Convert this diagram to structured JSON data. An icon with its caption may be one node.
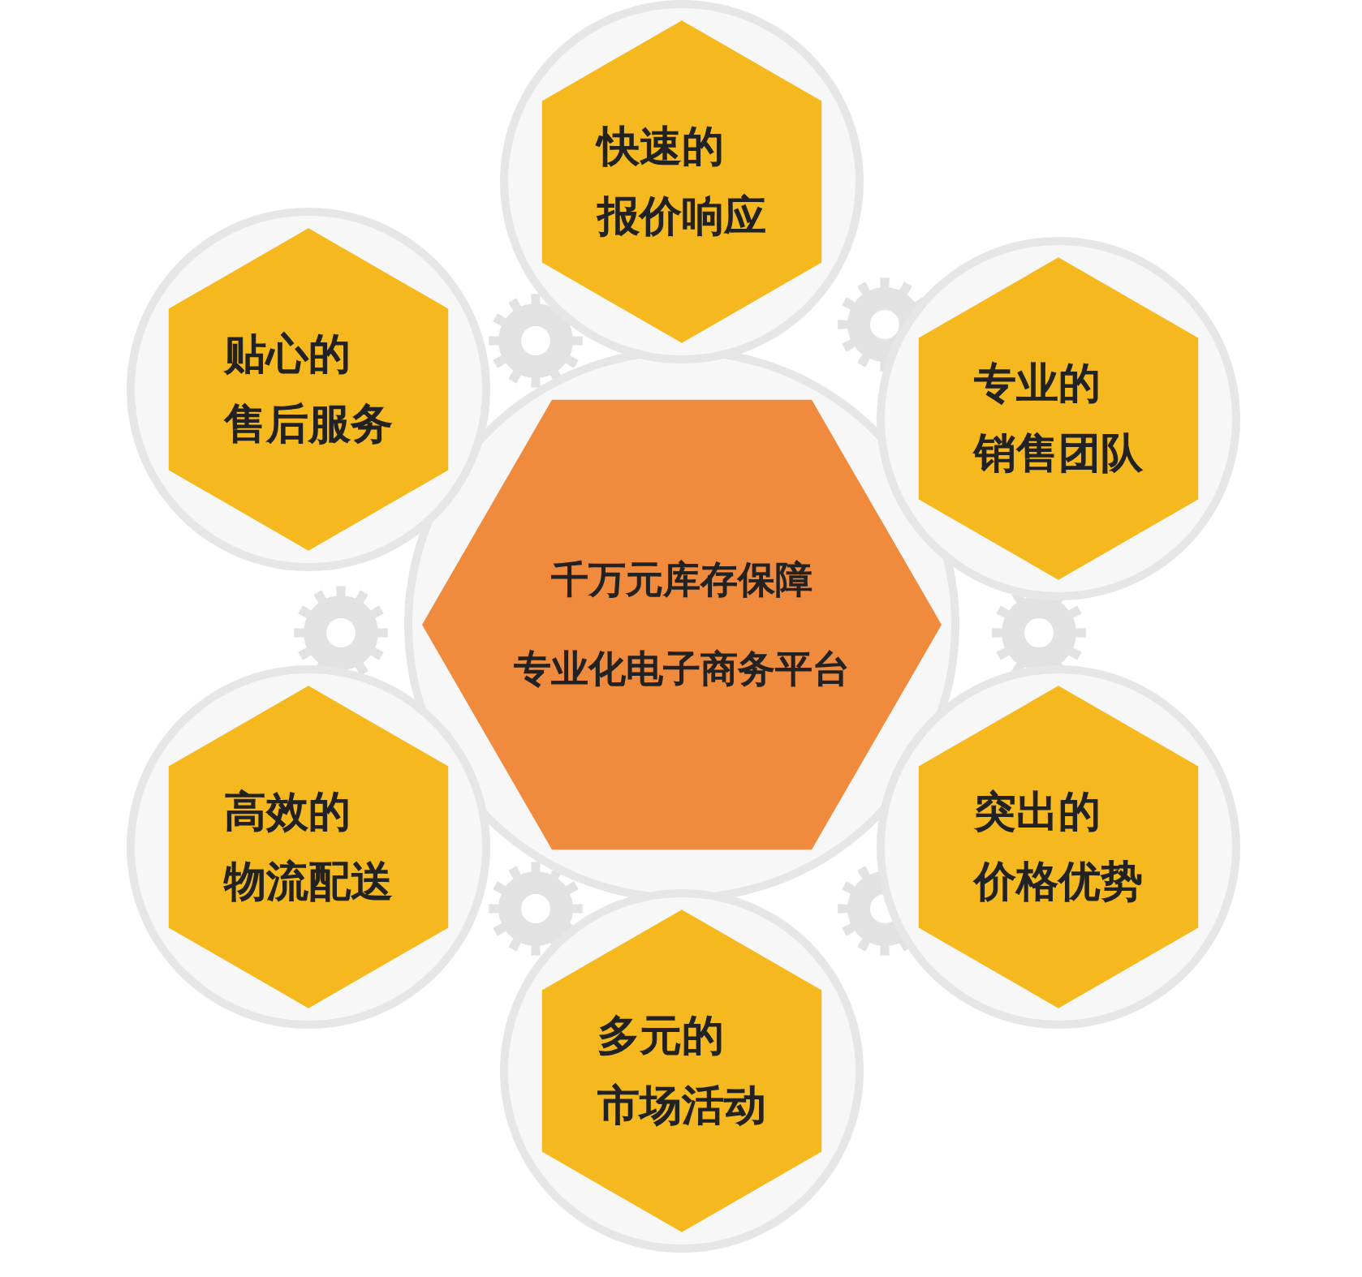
{
  "diagram": {
    "nodes": [
      {
        "text": [
          "快速的",
          "报价响应"
        ]
      },
      {
        "text": [
          "贴心的",
          "售后服务"
        ]
      },
      {
        "text": [
          "专业的",
          "销售团队"
        ]
      },
      {
        "text": [
          "千万元库存保障",
          "专业化电子商务平台"
        ]
      },
      {
        "text": [
          "高效的",
          "物流配送"
        ]
      },
      {
        "text": [
          "突出的",
          "价格优势"
        ]
      },
      {
        "text": [
          "多元的",
          "市场活动"
        ]
      }
    ]
  }
}
